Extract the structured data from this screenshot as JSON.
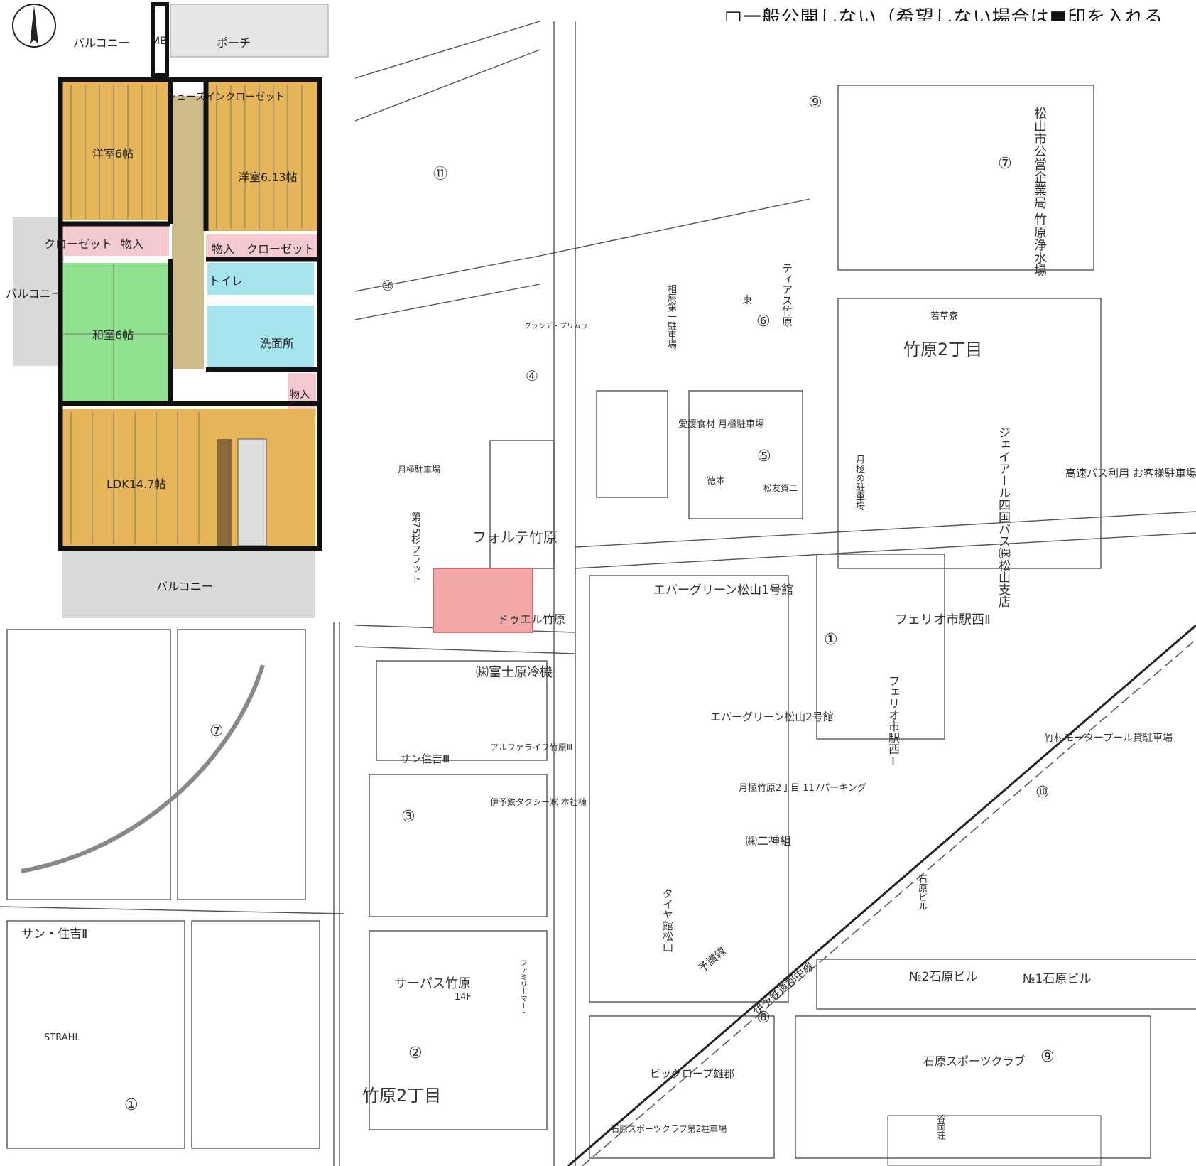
{
  "header": {
    "notice": "□一般公開しない（希望しない場合は■印を入れる"
  },
  "compass": {
    "label": "N"
  },
  "floorplan": {
    "rooms": {
      "balcony_top": "バルコニー",
      "mb": "MB",
      "porch": "ポーチ",
      "shoes_closet": "シューズインクローゼット",
      "western1": "洋室6帖",
      "western2": "洋室6.13帖",
      "closet1": "クローゼット",
      "storage1": "物入",
      "storage2": "物入",
      "closet2": "クローゼット",
      "toilet": "トイレ",
      "balcony_left": "バルコニー",
      "japanese": "和室6帖",
      "washroom": "洗面所",
      "storage3": "物入",
      "ldk": "LDK14.7帖",
      "balcony_bottom": "バルコニー"
    },
    "colors": {
      "western": "#e8b65a",
      "japanese": "#8fe08f",
      "wet": "#a6e4ee",
      "storage": "#f4c9cf",
      "balcony": "#d9d9d9",
      "porch": "#e6e6e6"
    }
  },
  "map": {
    "labels": {
      "forte": "フォルテ竹原",
      "dwell": "ドゥエル竹原",
      "evergreen1": "エバーグリーン松山1号館",
      "evergreen2": "エバーグリーン松山2号館",
      "ferio2": "フェリオ市駅西Ⅱ",
      "ferio1": "フェリオ市駅西Ⅰ",
      "takehara2": "竹原2丁目",
      "takehara2b": "竹原2丁目",
      "jr_bus": "ジェイアール四国バス㈱松山支店",
      "water": "松山市公営企業局 竹原浄水場",
      "highway_bus": "高速バス利用 お客様駐車場",
      "fuji": "㈱富士原冷機",
      "sun3": "サン住吉Ⅲ",
      "sun2": "サン・住吉Ⅱ",
      "alpha": "アルファライフ竹原Ⅲ",
      "iyo_taxi": "伊予鉄タクシー㈱ 本社棟",
      "servus": "サーパス竹原",
      "servus_floors": "14F",
      "taiya": "タイヤ館松山",
      "nishin": "㈱二神組",
      "parking_t2": "月極竹原2丁目 117パーキング",
      "ishihara2": "№2石原ビル",
      "ishihara1": "№1石原ビル",
      "ishihara_sports": "石原スポーツクラブ",
      "ishihara_sports2": "石原スポーツクラブ第2駐車場",
      "big_rope": "ビッグロープ雄郡",
      "takemura": "竹村モータープール貸駐車場",
      "rail": "伊予鉄道郡中線",
      "jr_line": "予讃線",
      "fusion_flat": "第75杉フラット",
      "gyoza": "月極駐車場",
      "strahl": "STRAHL",
      "wakakusa": "若草寮",
      "east": "東",
      "tiasu": "ティアス竹原",
      "grande": "グランデ・プリムラ",
      "ehime_food": "愛媛食材 月極駐車場",
      "matsutomo": "松友賀二",
      "ishihara_bldg": "石原ビル",
      "tokumoto": "徳本",
      "family_mart": "ファミリーマート",
      "sekiya": "相原第一駐車場",
      "tsukigime": "月極め駐車場",
      "taniguchi": "谷岡荘"
    },
    "circled": [
      "⑪",
      "⑩",
      "④",
      "⑨",
      "⑥",
      "⑦",
      "⑤",
      "①",
      "⑦",
      "②",
      "③",
      "①",
      "⑧",
      "⑨",
      "⑩"
    ]
  }
}
